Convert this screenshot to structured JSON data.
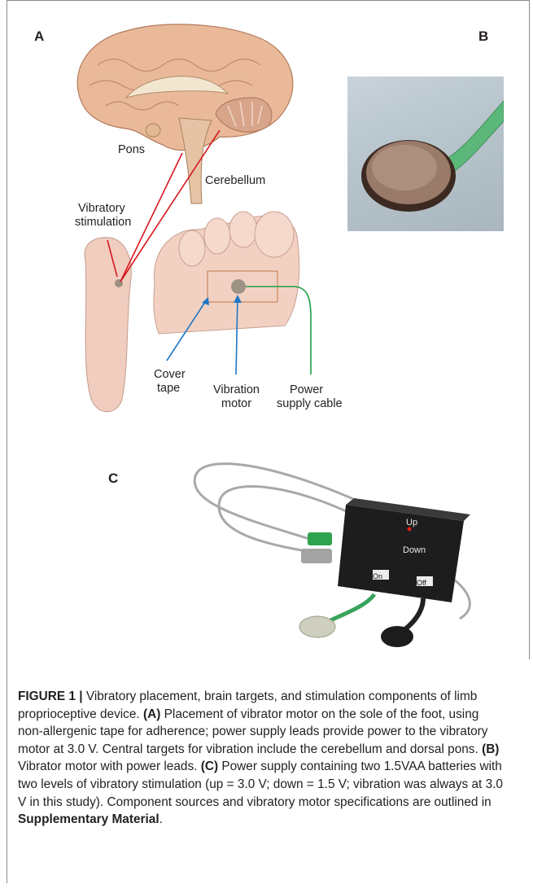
{
  "panel_letters": {
    "a": "A",
    "b": "B",
    "c": "C"
  },
  "panel_a_labels": {
    "pons": "Pons",
    "cerebellum": "Cerebellum",
    "vibratory_line1": "Vibratory",
    "vibratory_line2": "stimulation",
    "cover_line1": "Cover",
    "cover_line2": "tape",
    "motor_line1": "Vibration",
    "motor_line2": "motor",
    "power_line1": "Power",
    "power_line2": "supply cable"
  },
  "panel_c_labels": {
    "up": "Up",
    "down": "Down",
    "on": "On",
    "off": "Off"
  },
  "colors": {
    "stim_line": "#d7191f",
    "cover_arrow": "#1f77c4",
    "cable": "#1f9e45",
    "frame": "#8a8a8a"
  },
  "caption": {
    "figure_label": "FIGURE 1 |",
    "intro": " Vibratory placement, brain targets, and stimulation components of limb proprioceptive device. ",
    "a_label": "(A)",
    "a_text": " Placement of vibrator motor on the sole of the foot, using non-allergenic tape for adherence; power supply leads provide power to the vibratory motor at 3.0 V. Central targets for vibration include the cerebellum and dorsal pons. ",
    "b_label": "(B)",
    "b_text": " Vibrator motor with power leads. ",
    "c_label": "(C)",
    "c_text": " Power supply containing two 1.5VAA batteries with two levels of vibratory stimulation (up = 3.0 V; down = 1.5 V; vibration was always at 3.0 V in this study). Component sources and vibratory motor specifications are outlined in ",
    "supp": "Supplementary Material",
    "end": "."
  }
}
